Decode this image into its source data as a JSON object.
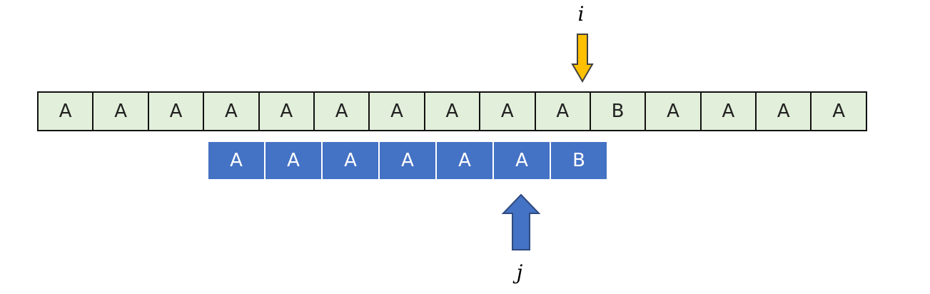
{
  "pointers": {
    "i": {
      "label": "i",
      "color": "#ffc000",
      "stroke": "#404040"
    },
    "j": {
      "label": "j",
      "color": "#4472c4",
      "stroke": "#2f4b80"
    }
  },
  "text": {
    "cell_fill": "#e2efda",
    "cells": [
      "A",
      "A",
      "A",
      "A",
      "A",
      "A",
      "A",
      "A",
      "A",
      "A",
      "B",
      "A",
      "A",
      "A",
      "A"
    ]
  },
  "pattern": {
    "cell_fill": "#4472c4",
    "cells": [
      "A",
      "A",
      "A",
      "A",
      "A",
      "A",
      "B"
    ]
  }
}
